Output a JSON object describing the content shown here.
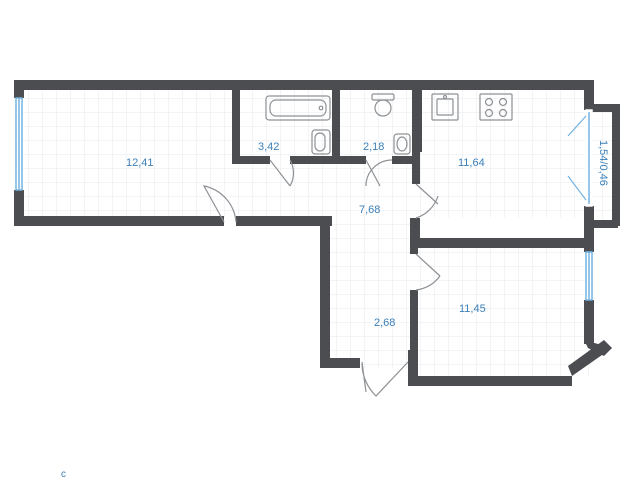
{
  "colors": {
    "wall": "#4b4d51",
    "grid": "#e4e8ed",
    "label": "#3b7fb8",
    "window": "#74b3e2",
    "fixture": "#8d9094"
  },
  "rooms": {
    "living_room": "12,41",
    "bathroom": "3,42",
    "toilet": "2,18",
    "hallway": "7,68",
    "kitchen": "11,64",
    "balcony": "1,54/0,46",
    "entrance": "2,68",
    "bedroom": "11,45"
  },
  "compass": "с",
  "fixtures": [
    "bathtub-icon",
    "sink-icon",
    "toilet-icon",
    "stove-icon",
    "kitchen-sink-icon"
  ]
}
